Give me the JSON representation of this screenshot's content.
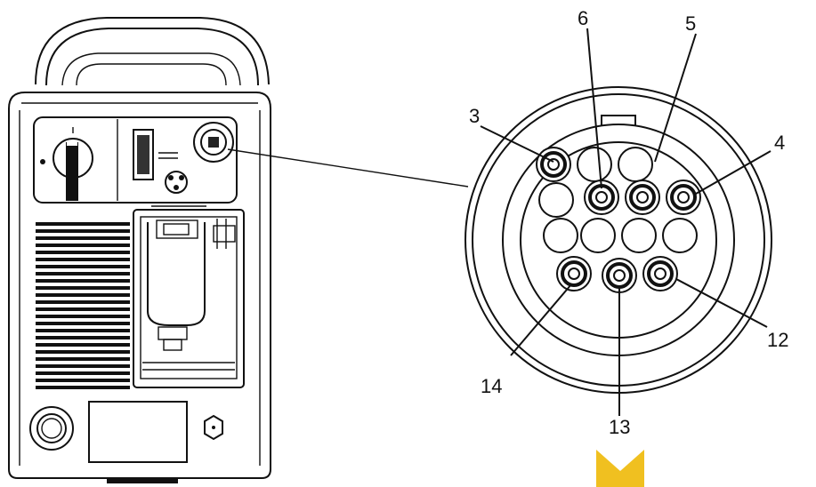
{
  "labels": {
    "pin_3": "3",
    "pin_4": "4",
    "pin_5": "5",
    "pin_6": "6",
    "pin_12": "12",
    "pin_13": "13",
    "pin_14": "14"
  },
  "colors": {
    "line": "#111111",
    "nav_marker": "#f0c020"
  },
  "icons": {
    "nav_marker": "chevron-down-marker-icon"
  }
}
